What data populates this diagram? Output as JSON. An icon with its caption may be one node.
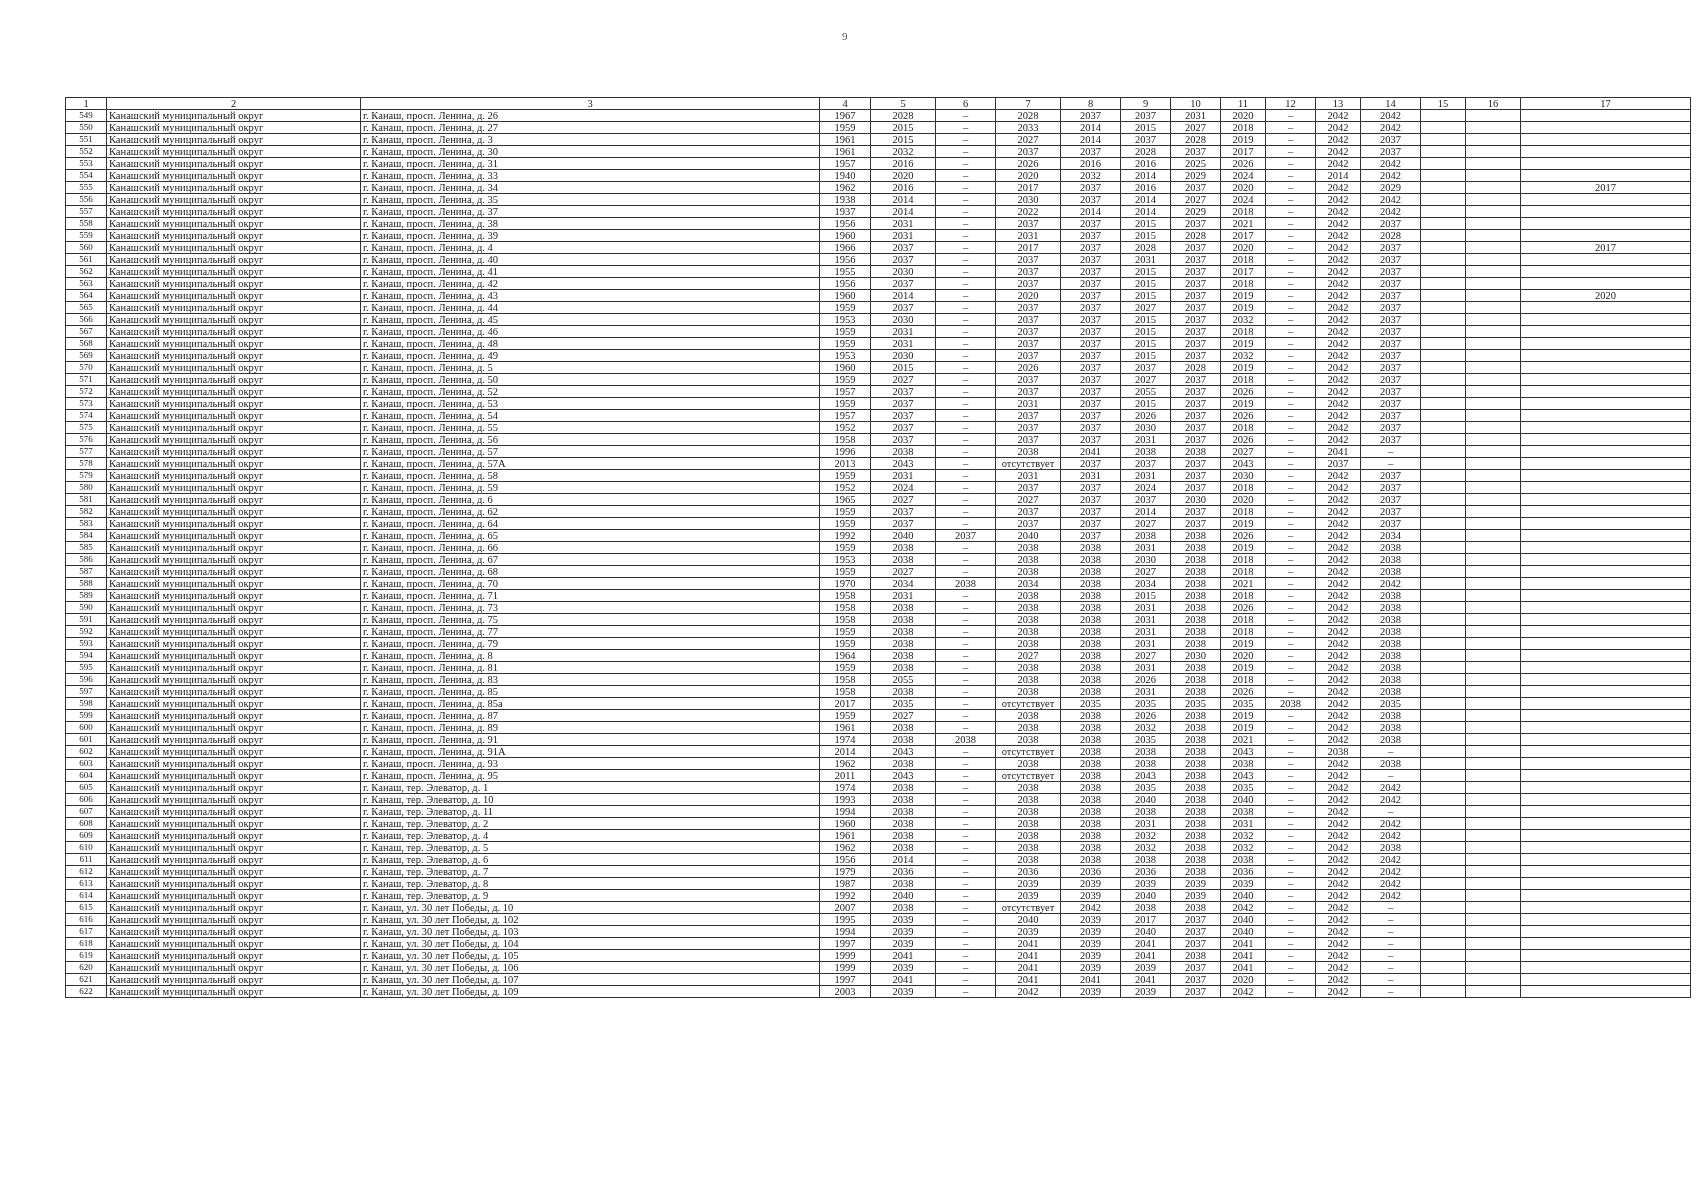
{
  "diagram": {
    "labels": [
      "9",
      "1",
      "2",
      "3",
      "4",
      "5",
      "6",
      "7",
      "8",
      "9",
      "10",
      "11",
      "12",
      "13",
      "14",
      "15",
      "16",
      "17",
      "549",
      "Канашский муниципальный округ",
      "г. Канаш, просп. Ленина, д. 26",
      "1967",
      "2028",
      "–",
      "2028",
      "2037",
      "2037",
      "2031",
      "2020",
      "–",
      "2042",
      "2042",
      "550",
      "Канашский муниципальный округ",
      "г. Канаш, просп. Ленина, д. 27",
      "1959",
      "2015",
      "–",
      "2033",
      "2014",
      "2015",
      "2027",
      "2018",
      "–",
      "2042",
      "2042",
      "551",
      "Канашский муниципальный округ",
      "г. Канаш, просп. Ленина, д. 3",
      "1961",
      "2015",
      "–",
      "2027",
      "2014",
      "2037",
      "2028",
      "2019",
      "–",
      "2042",
      "2037",
      "552",
      "Канашский муниципальный округ",
      "г. Канаш, просп. Ленина, д. 30",
      "1961",
      "2032",
      "–",
      "2037",
      "2037",
      "2028",
      "2037",
      "2017",
      "–",
      "2042",
      "2037",
      "553",
      "Канашский муниципальный округ",
      "г. Канаш, просп. Ленина, д. 31",
      "1957",
      "2016",
      "–",
      "2026",
      "2016",
      "2016",
      "2025",
      "2026",
      "–",
      "2042",
      "2042",
      "554",
      "Канашский муниципальный округ",
      "г. Канаш, просп. Ленина, д. 33",
      "1940",
      "2020",
      "–",
      "2020",
      "2032",
      "2014",
      "2029",
      "2024",
      "–",
      "2014",
      "2042",
      "555",
      "Канашский муниципальный округ",
      "г. Канаш, просп. Ленина, д. 34",
      "1962",
      "2016",
      "–",
      "2017",
      "2037",
      "2016",
      "2037",
      "2020",
      "–",
      "2042",
      "2029",
      "2017",
      "556",
      "Канашский муниципальный округ",
      "г. Канаш, просп. Ленина, д. 35",
      "1938",
      "2014",
      "–",
      "2030",
      "2037",
      "2014",
      "2027",
      "2024",
      "–",
      "2042",
      "2042",
      "557",
      "Канашский муниципальный округ",
      "г. Канаш, просп. Ленина, д. 37",
      "1937",
      "2014",
      "–",
      "2022",
      "2014",
      "2014",
      "2029",
      "2018",
      "–",
      "2042",
      "2042",
      "558",
      "Канашский муниципальный округ",
      "г. Канаш, просп. Ленина, д. 38",
      "1956",
      "2031",
      "–",
      "2037",
      "2037",
      "2015",
      "2037",
      "2021",
      "–",
      "2042",
      "2037",
      "559",
      "Канашский муниципальный округ",
      "г. Канаш, просп. Ленина, д. 39",
      "1960",
      "2031",
      "–",
      "2031",
      "2037",
      "2015",
      "2028",
      "2017",
      "–",
      "2042",
      "2028",
      "560",
      "Канашский муниципальный округ",
      "г. Канаш, просп. Ленина, д. 4",
      "1966",
      "2037",
      "–",
      "2017",
      "2037",
      "2028",
      "2037",
      "2020",
      "–",
      "2042",
      "2037",
      "2017",
      "561",
      "Канашский муниципальный округ",
      "г. Канаш, просп. Ленина, д. 40",
      "1956",
      "2037",
      "–",
      "2037",
      "2037",
      "2031",
      "2037",
      "2018",
      "–",
      "2042",
      "2037",
      "562",
      "Канашский муниципальный округ",
      "г. Канаш, просп. Ленина, д. 41",
      "1955",
      "2030",
      "–",
      "2037",
      "2037",
      "2015",
      "2037",
      "2017",
      "–",
      "2042",
      "2037",
      "563",
      "Канашский муниципальный округ",
      "г. Канаш, просп. Ленина, д. 42",
      "1956",
      "2037",
      "–",
      "2037",
      "2037",
      "2015",
      "2037",
      "2018",
      "–",
      "2042",
      "2037",
      "564",
      "Канашский муниципальный округ",
      "г. Канаш, просп. Ленина, д. 43",
      "1960",
      "2014",
      "–",
      "2020",
      "2037",
      "2015",
      "2037",
      "2019",
      "–",
      "2042",
      "2037",
      "2020",
      "565",
      "Канашский муниципальный округ",
      "г. Канаш, просп. Ленина, д. 44",
      "1959",
      "2037",
      "–",
      "2037",
      "2037",
      "2027",
      "2037",
      "2019",
      "–",
      "2042",
      "2037",
      "566",
      "Канашский муниципальный округ",
      "г. Канаш, просп. Ленина, д. 45",
      "1953",
      "2030",
      "–",
      "2037",
      "2037",
      "2015",
      "2037",
      "2032",
      "–",
      "2042",
      "2037",
      "567",
      "Канашский муниципальный округ",
      "г. Канаш, просп. Ленина, д. 46",
      "1959",
      "2031",
      "–",
      "2037",
      "2037",
      "2015",
      "2037",
      "2018",
      "–",
      "2042",
      "2037",
      "568",
      "Канашский муниципальный округ",
      "г. Канаш, просп. Ленина, д. 48",
      "1959",
      "2031",
      "–",
      "2037",
      "2037",
      "2015",
      "2037",
      "2019",
      "–",
      "2042",
      "2037",
      "569",
      "Канашский муниципальный округ",
      "г. Канаш, просп. Ленина, д. 49",
      "1953",
      "2030",
      "–",
      "2037",
      "2037",
      "2015",
      "2037",
      "2032",
      "–",
      "2042",
      "2037",
      "570",
      "Канашский муниципальный округ",
      "г. Канаш, просп. Ленина, д. 5",
      "1960",
      "2015",
      "–",
      "2026",
      "2037",
      "2037",
      "2028",
      "2019",
      "–",
      "2042",
      "2037",
      "571",
      "Канашский муниципальный округ",
      "г. Канаш, просп. Ленина, д. 50",
      "1959",
      "2027",
      "–",
      "2037",
      "2037",
      "2027",
      "2037",
      "2018",
      "–",
      "2042",
      "2037",
      "572",
      "Канашский муниципальный округ",
      "г. Канаш, просп. Ленина, д. 52",
      "1957",
      "2037",
      "–",
      "2037",
      "2037",
      "2055",
      "2037",
      "2026",
      "–",
      "2042",
      "2037",
      "573",
      "Канашский муниципальный округ",
      "г. Канаш, просп. Ленина, д. 53",
      "1959",
      "2037",
      "–",
      "2031",
      "2037",
      "2015",
      "2037",
      "2019",
      "–",
      "2042",
      "2037",
      "574",
      "Канашский муниципальный округ",
      "г. Канаш, просп. Ленина, д. 54",
      "1957",
      "2037",
      "–",
      "2037",
      "2037",
      "2026",
      "2037",
      "2026",
      "–",
      "2042",
      "2037",
      "575",
      "Канашский муниципальный округ",
      "г. Канаш, просп. Ленина, д. 55",
      "1952",
      "2037",
      "–",
      "2037",
      "2037",
      "2030",
      "2037",
      "2018",
      "–",
      "2042",
      "2037",
      "576",
      "Канашский муниципальный округ",
      "г. Канаш, просп. Ленина, д. 56",
      "1958",
      "2037",
      "–",
      "2037",
      "2037",
      "2031",
      "2037",
      "2026",
      "–",
      "2042",
      "2037",
      "577",
      "Канашский муниципальный округ",
      "г. Канаш, просп. Ленина, д. 57",
      "1996",
      "2038",
      "–",
      "2038",
      "2041",
      "2038",
      "2038",
      "2027",
      "–",
      "2041",
      "–",
      "578",
      "Канашский муниципальный округ",
      "г. Канаш, просп. Ленина, д. 57А",
      "2013",
      "2043",
      "–",
      "отсутствует",
      "2037",
      "2037",
      "2037",
      "2043",
      "–",
      "2037",
      "–",
      "579",
      "Канашский муниципальный округ",
      "г. Канаш, просп. Ленина, д. 58",
      "1959",
      "2031",
      "–",
      "2031",
      "2031",
      "2031",
      "2037",
      "2030",
      "–",
      "2042",
      "2037",
      "580",
      "Канашский муниципальный округ",
      "г. Канаш, просп. Ленина, д. 59",
      "1952",
      "2024",
      "–",
      "2037",
      "2037",
      "2024",
      "2037",
      "2018",
      "–",
      "2042",
      "2037",
      "581",
      "Канашский муниципальный округ",
      "г. Канаш, просп. Ленина, д. 6",
      "1965",
      "2027",
      "–",
      "2027",
      "2037",
      "2037",
      "2030",
      "2020",
      "–",
      "2042",
      "2037",
      "582",
      "Канашский муниципальный округ",
      "г. Канаш, просп. Ленина, д. 62",
      "1959",
      "2037",
      "–",
      "2037",
      "2037",
      "2014",
      "2037",
      "2018",
      "–",
      "2042",
      "2037",
      "583",
      "Канашский муниципальный округ",
      "г. Канаш, просп. Ленина, д. 64",
      "1959",
      "2037",
      "–",
      "2037",
      "2037",
      "2027",
      "2037",
      "2019",
      "–",
      "2042",
      "2037",
      "584",
      "Канашский муниципальный округ",
      "г. Канаш, просп. Ленина, д. 65",
      "1992",
      "2040",
      "2037",
      "2040",
      "2037",
      "2038",
      "2038",
      "2026",
      "–",
      "2042",
      "2034",
      "585",
      "Канашский муниципальный округ",
      "г. Канаш, просп. Ленина, д. 66",
      "1959",
      "2038",
      "–",
      "2038",
      "2038",
      "2031",
      "2038",
      "2019",
      "–",
      "2042",
      "2038",
      "586",
      "Канашский муниципальный округ",
      "г. Канаш, просп. Ленина, д. 67",
      "1953",
      "2038",
      "–",
      "2038",
      "2038",
      "2030",
      "2038",
      "2018",
      "–",
      "2042",
      "2038",
      "587",
      "Канашский муниципальный округ",
      "г. Канаш, просп. Ленина, д. 68",
      "1959",
      "2027",
      "–",
      "2038",
      "2038",
      "2027",
      "2038",
      "2018",
      "–",
      "2042",
      "2038",
      "588",
      "Канашский муниципальный округ",
      "г. Канаш, просп. Ленина, д. 70",
      "1970",
      "2034",
      "2038",
      "2034",
      "2038",
      "2034",
      "2038",
      "2021",
      "–",
      "2042",
      "2042",
      "589",
      "Канашский муниципальный округ",
      "г. Канаш, просп. Ленина, д. 71",
      "1958",
      "2031",
      "–",
      "2038",
      "2038",
      "2015",
      "2038",
      "2018",
      "–",
      "2042",
      "2038",
      "590",
      "Канашский муниципальный округ",
      "г. Канаш, просп. Ленина, д. 73",
      "1958",
      "2038",
      "–",
      "2038",
      "2038",
      "2031",
      "2038",
      "2026",
      "–",
      "2042",
      "2038",
      "591",
      "Канашский муниципальный округ",
      "г. Канаш, просп. Ленина, д. 75",
      "1958",
      "2038",
      "–",
      "2038",
      "2038",
      "2031",
      "2038",
      "2018",
      "–",
      "2042",
      "2038",
      "592",
      "Канашский муниципальный округ",
      "г. Канаш, просп. Ленина, д. 77",
      "1959",
      "2038",
      "–",
      "2038",
      "2038",
      "2031",
      "2038",
      "2018",
      "–",
      "2042",
      "2038",
      "593",
      "Канашский муниципальный округ",
      "г. Канаш, просп. Ленина, д. 79",
      "1959",
      "2038",
      "–",
      "2038",
      "2038",
      "2031",
      "2038",
      "2019",
      "–",
      "2042",
      "2038",
      "594",
      "Канашский муниципальный округ",
      "г. Канаш, просп. Ленина, д. 8",
      "1964",
      "2038",
      "–",
      "2027",
      "2038",
      "2027",
      "2030",
      "2020",
      "–",
      "2042",
      "2038",
      "595",
      "Канашский муниципальный округ",
      "г. Канаш, просп. Ленина, д. 81",
      "1959",
      "2038",
      "–",
      "2038",
      "2038",
      "2031",
      "2038",
      "2019",
      "–",
      "2042",
      "2038",
      "596",
      "Канашский муниципальный округ",
      "г. Канаш, просп. Ленина, д. 83",
      "1958",
      "2055",
      "–",
      "2038",
      "2038",
      "2026",
      "2038",
      "2018",
      "–",
      "2042",
      "2038",
      "597",
      "Канашский муниципальный округ",
      "г. Канаш, просп. Ленина, д. 85",
      "1958",
      "2038",
      "–",
      "2038",
      "2038",
      "2031",
      "2038",
      "2026",
      "–",
      "2042",
      "2038",
      "598",
      "Канашский муниципальный округ",
      "г. Канаш, просп. Ленина, д. 85а",
      "2017",
      "2035",
      "–",
      "отсутствует",
      "2035",
      "2035",
      "2035",
      "2035",
      "2038",
      "2042",
      "2035",
      "599",
      "Канашский муниципальный округ",
      "г. Канаш, просп. Ленина, д. 87",
      "1959",
      "2027",
      "–",
      "2038",
      "2038",
      "2026",
      "2038",
      "2019",
      "–",
      "2042",
      "2038",
      "600",
      "Канашский муниципальный округ",
      "г. Канаш, просп. Ленина, д. 89",
      "1961",
      "2038",
      "–",
      "2038",
      "2038",
      "2032",
      "2038",
      "2019",
      "–",
      "2042",
      "2038",
      "601",
      "Канашский муниципальный округ",
      "г. Канаш, просп. Ленина, д. 91",
      "1974",
      "2038",
      "2038",
      "2038",
      "2038",
      "2035",
      "2038",
      "2021",
      "–",
      "2042",
      "2038",
      "602",
      "Канашский муниципальный округ",
      "г. Канаш, просп. Ленина, д. 91А",
      "2014",
      "2043",
      "–",
      "отсутствует",
      "2038",
      "2038",
      "2038",
      "2043",
      "–",
      "2038",
      "–",
      "603",
      "Канашский муниципальный округ",
      "г. Канаш, просп. Ленина, д. 93",
      "1962",
      "2038",
      "–",
      "2038",
      "2038",
      "2038",
      "2038",
      "2038",
      "–",
      "2042",
      "2038",
      "604",
      "Канашский муниципальный округ",
      "г. Канаш, просп. Ленина, д. 95",
      "2011",
      "2043",
      "–",
      "отсутствует",
      "2038",
      "2043",
      "2038",
      "2043",
      "–",
      "2042",
      "–",
      "605",
      "Канашский муниципальный округ",
      "г. Канаш, тер. Элеватор, д. 1",
      "1974",
      "2038",
      "–",
      "2038",
      "2038",
      "2035",
      "2038",
      "2035",
      "–",
      "2042",
      "2042",
      "606",
      "Канашский муниципальный округ",
      "г. Канаш, тер. Элеватор, д. 10",
      "1993",
      "2038",
      "–",
      "2038",
      "2038",
      "2040",
      "2038",
      "2040",
      "–",
      "2042",
      "2042",
      "607",
      "Канашский муниципальный округ",
      "г. Канаш, тер. Элеватор, д. 11",
      "1994",
      "2038",
      "–",
      "2038",
      "2038",
      "2038",
      "2038",
      "2038",
      "–",
      "2042",
      "–",
      "608",
      "Канашский муниципальный округ",
      "г. Канаш, тер. Элеватор, д. 2",
      "1960",
      "2038",
      "–",
      "2038",
      "2038",
      "2031",
      "2038",
      "2031",
      "–",
      "2042",
      "2042",
      "609",
      "Канашский муниципальный округ",
      "г. Канаш, тер. Элеватор, д. 4",
      "1961",
      "2038",
      "–",
      "2038",
      "2038",
      "2032",
      "2038",
      "2032",
      "–",
      "2042",
      "2042",
      "610",
      "Канашский муниципальный округ",
      "г. Канаш, тер. Элеватор, д. 5",
      "1962",
      "2038",
      "–",
      "2038",
      "2038",
      "2032",
      "2038",
      "2032",
      "–",
      "2042",
      "2038",
      "611",
      "Канашский муниципальный округ",
      "г. Канаш, тер. Элеватор, д. 6",
      "1956",
      "2014",
      "–",
      "2038",
      "2038",
      "2038",
      "2038",
      "2038",
      "–",
      "2042",
      "2042",
      "612",
      "Канашский муниципальный округ",
      "г. Канаш, тер. Элеватор, д. 7",
      "1979",
      "2036",
      "–",
      "2036",
      "2036",
      "2036",
      "2038",
      "2036",
      "–",
      "2042",
      "2042",
      "613",
      "Канашский муниципальный округ",
      "г. Канаш, тер. Элеватор, д. 8",
      "1987",
      "2038",
      "–",
      "2039",
      "2039",
      "2039",
      "2039",
      "2039",
      "–",
      "2042",
      "2042",
      "614",
      "Канашский муниципальный округ",
      "г. Канаш, тер. Элеватор, д. 9",
      "1992",
      "2040",
      "–",
      "2039",
      "2039",
      "2040",
      "2039",
      "2040",
      "–",
      "2042",
      "2042",
      "615",
      "Канашский муниципальный округ",
      "г. Канаш, ул. 30 лет Победы, д. 10",
      "2007",
      "2038",
      "–",
      "отсутствует",
      "2042",
      "2038",
      "2038",
      "2042",
      "–",
      "2042",
      "–",
      "616",
      "Канашский муниципальный округ",
      "г. Канаш, ул. 30 лет Победы, д. 102",
      "1995",
      "2039",
      "–",
      "2040",
      "2039",
      "2017",
      "2037",
      "2040",
      "–",
      "2042",
      "–",
      "617",
      "Канашский муниципальный округ",
      "г. Канаш, ул. 30 лет Победы, д. 103",
      "1994",
      "2039",
      "–",
      "2039",
      "2039",
      "2040",
      "2037",
      "2040",
      "–",
      "2042",
      "–",
      "618",
      "Канашский муниципальный округ",
      "г. Канаш, ул. 30 лет Победы, д. 104",
      "1997",
      "2039",
      "–",
      "2041",
      "2039",
      "2041",
      "2037",
      "2041",
      "–",
      "2042",
      "–",
      "619",
      "Канашский муниципальный округ",
      "г. Канаш, ул. 30 лет Победы, д. 105",
      "1999",
      "2041",
      "–",
      "2041",
      "2039",
      "2041",
      "2038",
      "2041",
      "–",
      "2042",
      "–",
      "620",
      "Канашский муниципальный округ",
      "г. Канаш, ул. 30 лет Победы, д. 106",
      "1999",
      "2039",
      "–",
      "2041",
      "2039",
      "2039",
      "2037",
      "2041",
      "–",
      "2042",
      "–",
      "621",
      "Канашский муниципальный округ",
      "г. Канаш, ул. 30 лет Победы, д. 107",
      "1997",
      "2041",
      "–",
      "2041",
      "2041",
      "2041",
      "2037",
      "2020",
      "–",
      "2042",
      "–",
      "622",
      "Канашский муниципальный округ",
      "г. Канаш, ул. 30 лет Победы, д. 109",
      "2003",
      "2039",
      "–",
      "2042",
      "2039",
      "2039",
      "2037",
      "2042",
      "–",
      "2042",
      "–"
    ]
  }
}
